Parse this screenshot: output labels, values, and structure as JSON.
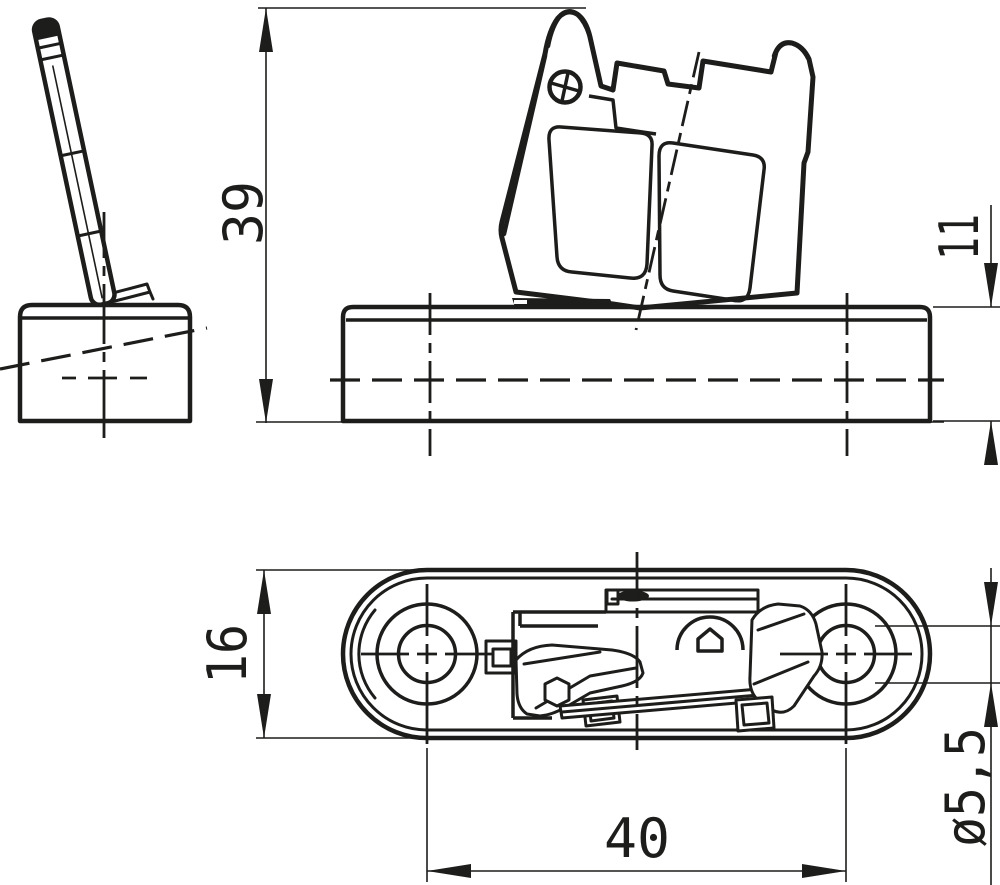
{
  "drawing": {
    "colors": {
      "ink": "#1d1d1b",
      "paper": "#ffffff"
    },
    "dimensions": {
      "overall_height": "39",
      "base_height": "11",
      "body_width": "16",
      "hole_spacing": "40",
      "hole_diameter": "ø5,5"
    },
    "icons": {
      "screw_head": "⊕"
    }
  }
}
